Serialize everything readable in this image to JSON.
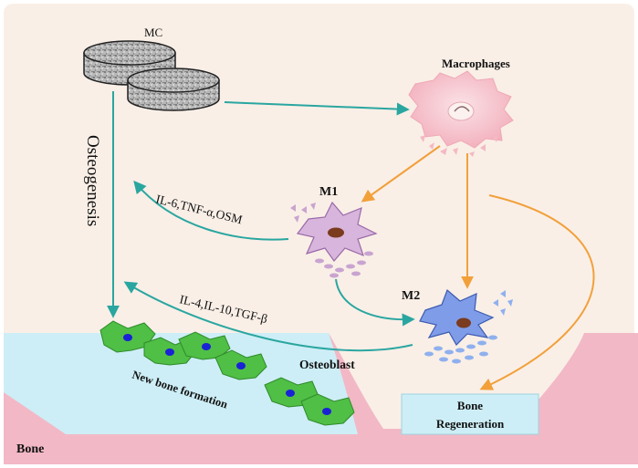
{
  "labels": {
    "mc": "MC",
    "macrophages": "Macrophages",
    "m1": "M1",
    "m2": "M2",
    "osteogenesis": "Osteogenesis",
    "m1_cytokines": "IL-6,TNF-α,OSM",
    "m2_cytokines": "IL-4,IL-10,TGF-β",
    "osteoblast": "Osteoblast",
    "new_bone_formation": "New bone formation",
    "bone_regeneration_line1": "Bone",
    "bone_regeneration_line2": "Regeneration",
    "bone": "Bone"
  },
  "colors": {
    "background_panel": "#f9efe7",
    "bone_pink": "#f2b8c6",
    "new_bone_blue": "#cdeef6",
    "teal_arrow": "#2aa6a0",
    "orange_arrow": "#f2a03a",
    "macrophage_pink": "#f6c6cf",
    "m1_purple": "#d8b5dc",
    "m2_blue": "#7f9ce8",
    "osteoblast_green": "#4fbf45",
    "nucleus_blue": "#1a22d6",
    "nucleus_brown": "#7a3b1e"
  }
}
